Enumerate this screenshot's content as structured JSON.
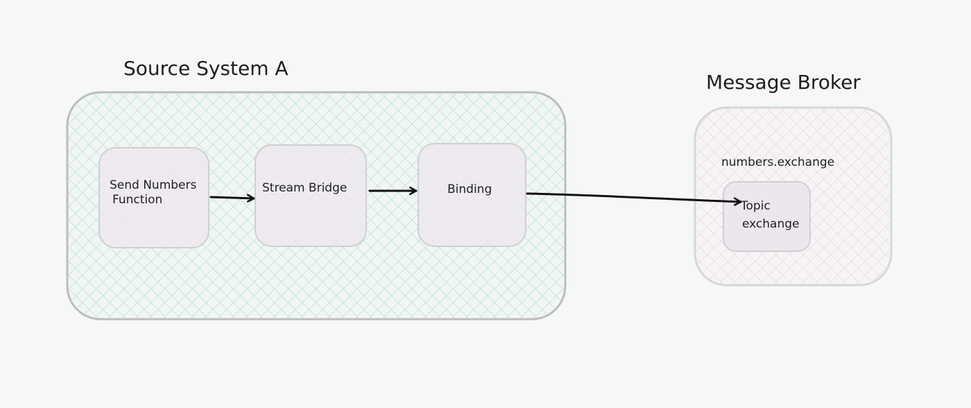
{
  "source_system": {
    "title": "Source System A",
    "components": [
      {
        "line1": "Send Numbers",
        "line2": "Function"
      },
      {
        "line1": "Stream Bridge",
        "line2": ""
      },
      {
        "line1": "Binding",
        "line2": ""
      }
    ]
  },
  "broker": {
    "title": "Message Broker",
    "exchange_name": "numbers.exchange",
    "exchange": {
      "line1": "Topic",
      "line2": "exchange"
    }
  },
  "colors": {
    "container_border": "#bcbcbc",
    "source_hatch": "#b8e2cf",
    "broker_hatch": "#e8d8e0",
    "node_fill": "#ede7ee",
    "arrow": "#111111"
  }
}
